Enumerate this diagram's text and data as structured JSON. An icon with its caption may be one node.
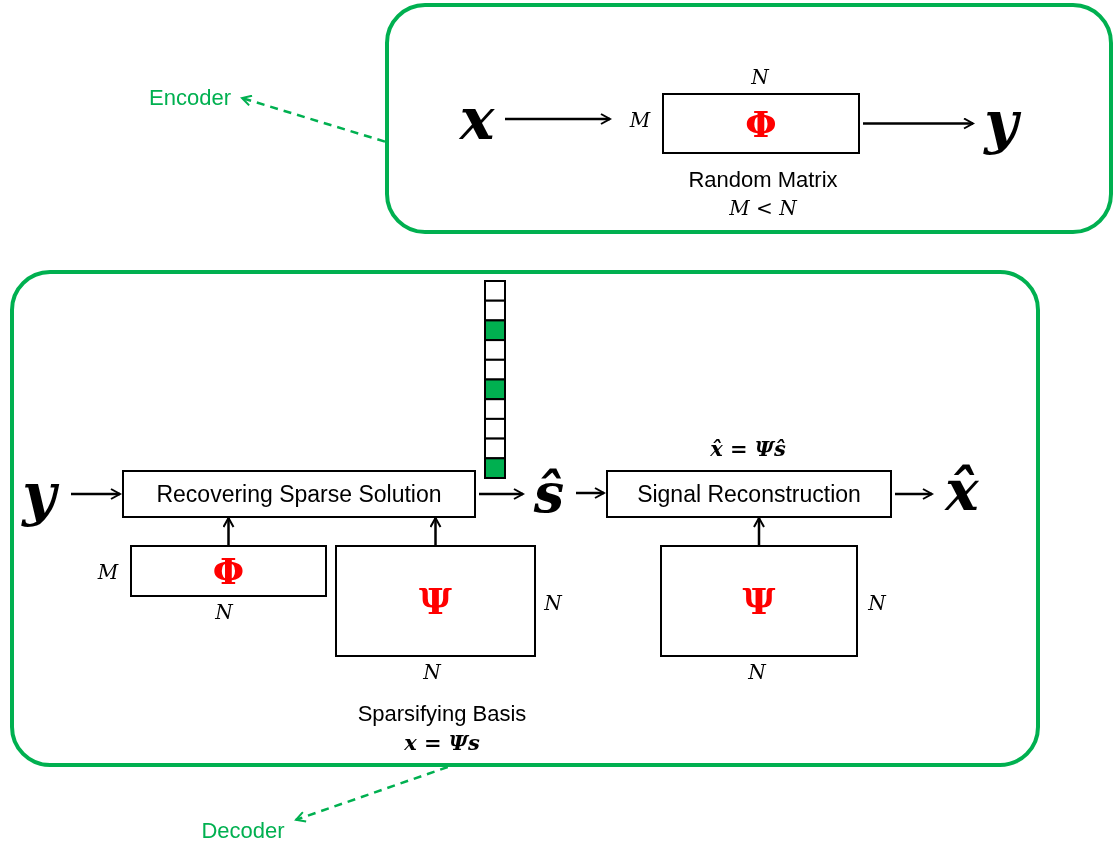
{
  "diagram": {
    "nodes": [
      {
        "text": [
          "Encoder"
        ]
      },
      {
        "text": [],
        "shape": "box"
      },
      {
        "text": [
          "x"
        ],
        "in": 1
      },
      {
        "text": [
          "Φ"
        ],
        "in": 1,
        "beside": [
          "N",
          "M",
          "Random Matrix",
          "M < N"
        ]
      },
      {
        "text": [
          "y"
        ],
        "in": 1
      },
      {
        "text": [],
        "shape": "box"
      },
      {
        "text": [
          "y"
        ],
        "in": 5
      },
      {
        "text": [
          "Recovering Sparse Solution"
        ],
        "in": 5
      },
      {
        "text": [
          "Φ"
        ],
        "in": 5,
        "beside": [
          "M",
          "N"
        ]
      },
      {
        "text": [
          "Ψ"
        ],
        "in": 5,
        "beside": [
          "N",
          "N",
          "Sparsifying Basis",
          "x = Ψs"
        ]
      },
      {
        "text": [
          "ŝ"
        ],
        "in": 5
      },
      {
        "text": [
          "Signal Reconstruction"
        ],
        "in": 5,
        "beside": [
          "x̂ = Ψŝ"
        ]
      },
      {
        "text": [
          "Ψ"
        ],
        "in": 5,
        "beside": [
          "N",
          "N"
        ]
      },
      {
        "text": [
          "x̂"
        ],
        "in": 5
      },
      {
        "text": [
          "Decoder"
        ]
      }
    ],
    "edges": [
      {
        "from": 1,
        "to": 0,
        "arrow": "to",
        "style": "dashed",
        "color": "#00b050"
      },
      {
        "from": 2,
        "to": 3,
        "arrow": "to"
      },
      {
        "from": 3,
        "to": 4,
        "arrow": "to"
      },
      {
        "from": 6,
        "to": 7,
        "arrow": "to"
      },
      {
        "from": 8,
        "to": 7,
        "arrow": "to"
      },
      {
        "from": 9,
        "to": 7,
        "arrow": "to"
      },
      {
        "from": 7,
        "to": 10,
        "arrow": "to"
      },
      {
        "from": 10,
        "to": 11,
        "arrow": "to"
      },
      {
        "from": 12,
        "to": 11,
        "arrow": "to"
      },
      {
        "from": 11,
        "to": 13,
        "arrow": "to"
      },
      {
        "from": 5,
        "to": 14,
        "arrow": "to",
        "style": "dashed",
        "color": "#00b050"
      }
    ]
  }
}
